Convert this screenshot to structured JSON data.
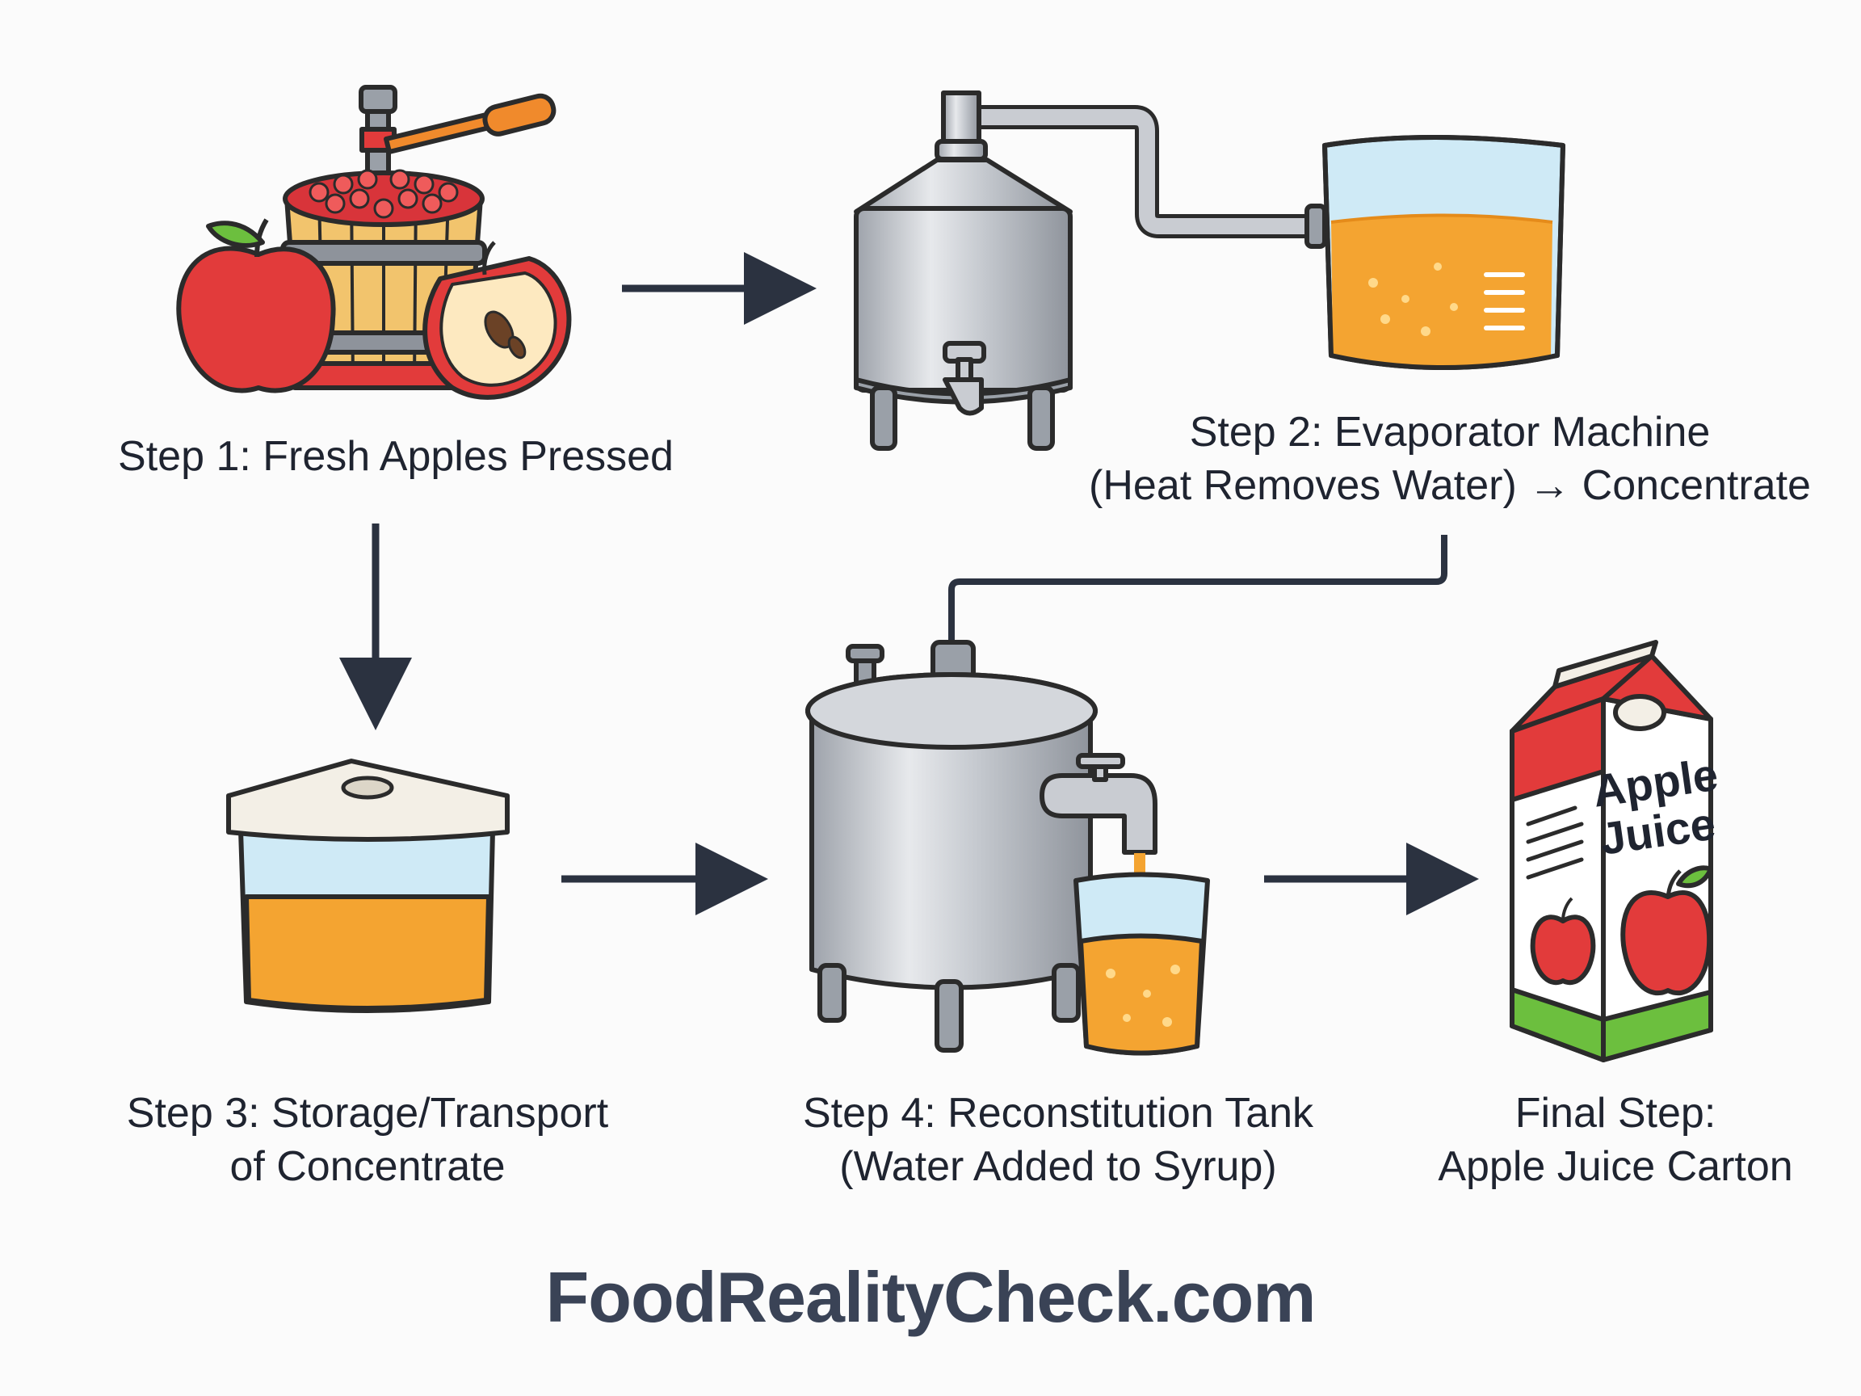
{
  "steps": [
    {
      "id": "step1",
      "lines": [
        "Step 1: Fresh Apples Pressed"
      ]
    },
    {
      "id": "step2",
      "lines": [
        "Step 2: Evaporator Machine",
        "(Heat Removes Water) → Concentrate"
      ]
    },
    {
      "id": "step3",
      "lines": [
        "Step 3: Storage/Transport",
        "of Concentrate"
      ]
    },
    {
      "id": "step4",
      "lines": [
        "Step 4: Reconstitution Tank",
        "(Water Added to Syrup)"
      ]
    },
    {
      "id": "final",
      "lines": [
        "Final Step:",
        "Apple Juice Carton"
      ]
    }
  ],
  "carton": {
    "line1": "Apple",
    "line2": "Juice"
  },
  "footer": "FoodRealityCheck.com",
  "colors": {
    "arrow": "#2b3240",
    "juice": "#f4a431",
    "apple_red": "#e23b3b",
    "leaf_green": "#6cbf3e",
    "steel": "#c9ccd2",
    "glass": "#cfeaf6",
    "outline": "#2b2b2b",
    "wood": "#f2c46d",
    "handle": "#f08a2c",
    "footer_text": "#3a4356"
  }
}
